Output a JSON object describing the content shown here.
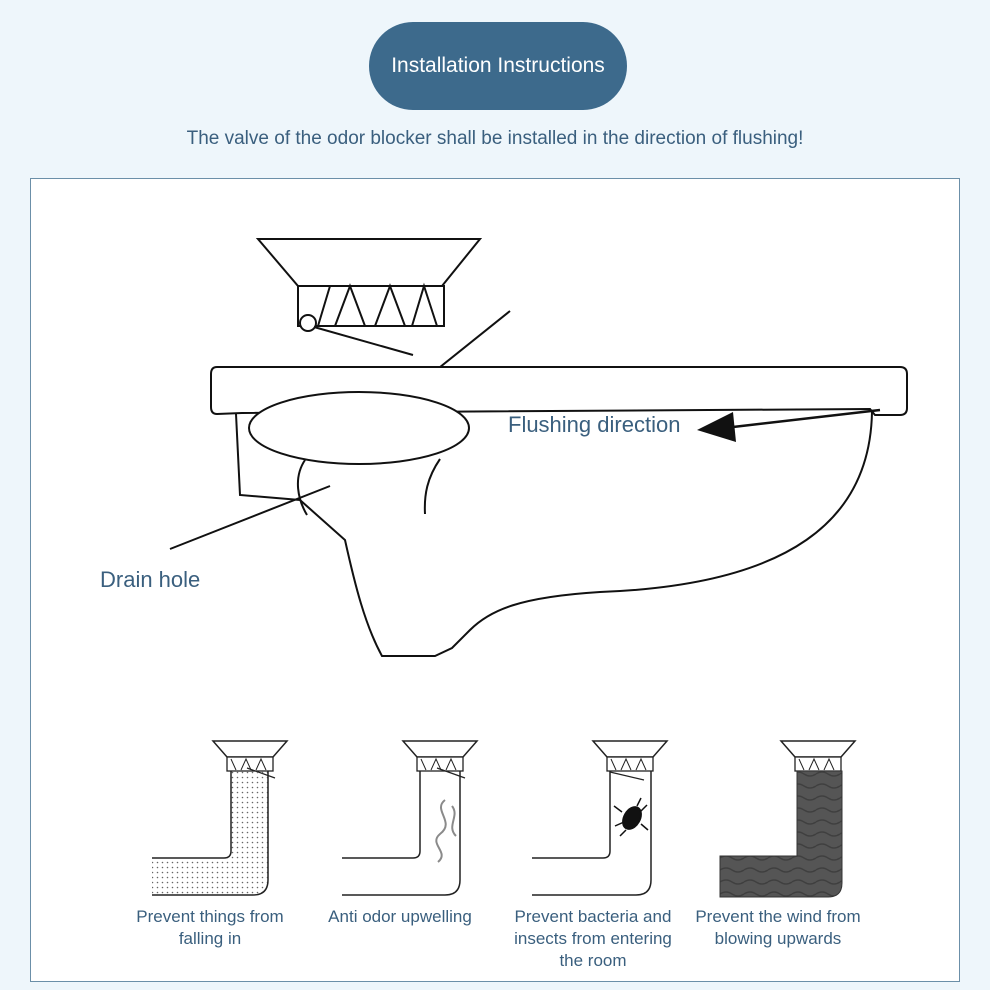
{
  "header": {
    "title": "Installation Instructions",
    "subtitle": "The valve of the odor blocker shall be installed in the direction of flushing!"
  },
  "diagram": {
    "flushing_label": "Flushing direction",
    "drain_label": "Drain hole"
  },
  "features": [
    {
      "caption": "Prevent things from falling in",
      "icon": "debris-dots"
    },
    {
      "caption": "Anti odor upwelling",
      "icon": "odor-wisp"
    },
    {
      "caption": "Prevent bacteria and insects from entering the room",
      "icon": "bug"
    },
    {
      "caption": "Prevent the wind from blowing upwards",
      "icon": "wind-waves"
    }
  ],
  "colors": {
    "accent": "#3d6a8c",
    "text": "#3a5f7e",
    "background": "#eef6fb",
    "panel_border": "#6b8fa8"
  }
}
